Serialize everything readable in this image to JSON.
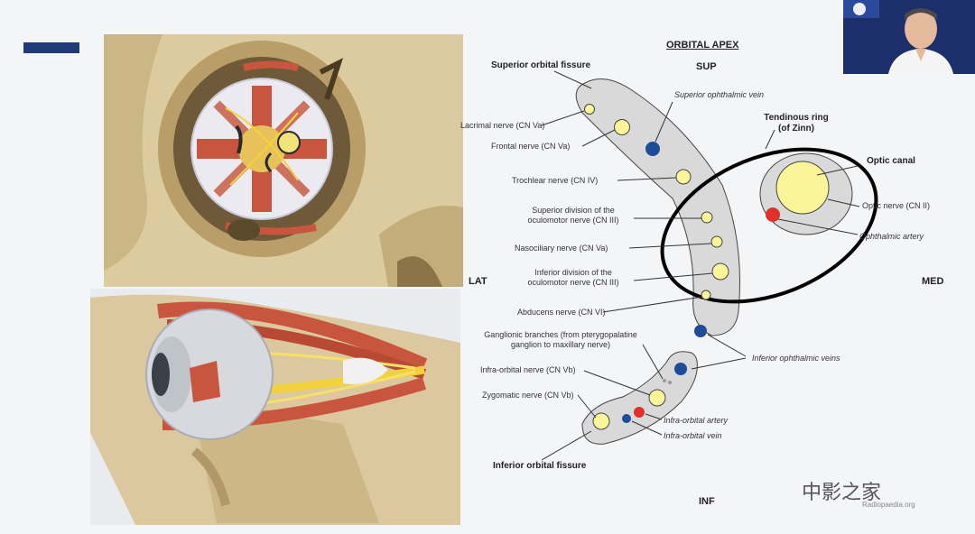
{
  "diagram": {
    "title": "ORBITAL APEX",
    "directions": {
      "sup": "SUP",
      "inf": "INF",
      "lat": "LAT",
      "med": "MED"
    },
    "labels_left": {
      "superior_orbital_fissure": "Superior orbital fissure",
      "lacrimal_nerve": "Lacrimal nerve (CN Va)",
      "frontal_nerve": "Frontal nerve (CN Va)",
      "trochlear_nerve": "Trochlear nerve (CN IV)",
      "superior_division_l1": "Superior division of the",
      "superior_division_l2": "oculomotor nerve (CN III)",
      "nasociliary_nerve": "Nasociliary nerve (CN Va)",
      "inferior_division_l1": "Inferior division of the",
      "inferior_division_l2": "oculomotor nerve (CN III)",
      "abducens_nerve": "Abducens nerve (CN VI)",
      "ganglionic_l1": "Ganglionic branches (from pterygopalatine",
      "ganglionic_l2": "ganglion to maxillary nerve)",
      "infraorbital_nerve": "Infra-orbital nerve (CN Vb)",
      "zygomatic_nerve": "Zygomatic nerve (CN Vb)",
      "inferior_orbital_fissure": "Inferior orbital fissure"
    },
    "labels_right": {
      "superior_ophthalmic_vein": "Superior ophthalmic vein",
      "tendinous_ring_l1": "Tendinous ring",
      "tendinous_ring_l2": "(of Zinn)",
      "optic_canal": "Optic canal",
      "optic_nerve": "Optic nerve (CN II)",
      "ophthalmic_artery": "Ophthalmic artery",
      "inferior_ophthalmic_veins": "Inferior ophthalmic veins",
      "infraorbital_artery": "Infra-orbital artery",
      "infraorbital_vein": "Infra-orbital vein"
    },
    "colors": {
      "fissure_fill": "#d9d9d9",
      "nerve_fill": "#fbf59a",
      "vein_fill": "#1d4d9a",
      "artery_fill": "#e0312c",
      "ring_stroke": "#000000",
      "bone": "#d9c79c",
      "muscle": "#c8553d",
      "accent_bar": "#1e3a78"
    }
  },
  "watermark": "中影之家",
  "credit": "Radiopaedia.org"
}
